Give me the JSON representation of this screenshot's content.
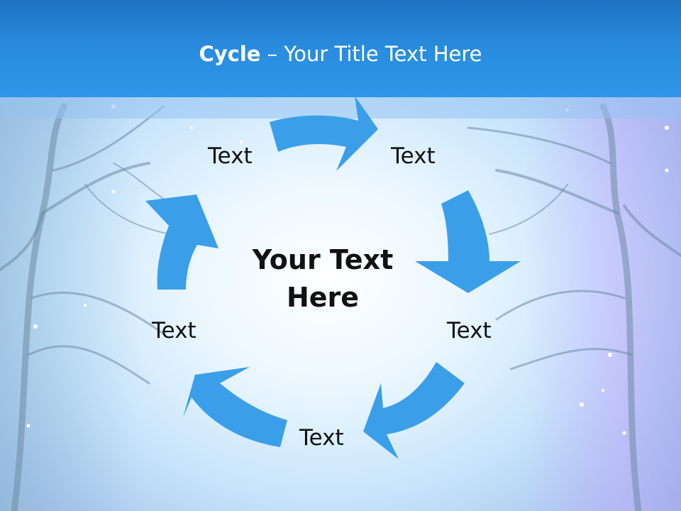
{
  "title": {
    "bold": "Cycle",
    "rest": " – Your Title Text Here"
  },
  "center_text": "Your Text Here",
  "labels": [
    "Text",
    "Text",
    "Text",
    "Text",
    "Text"
  ],
  "colors": {
    "arrow": "#3a9fe8",
    "title_bar": "#2a8ee0",
    "title_text": "#ffffff"
  }
}
